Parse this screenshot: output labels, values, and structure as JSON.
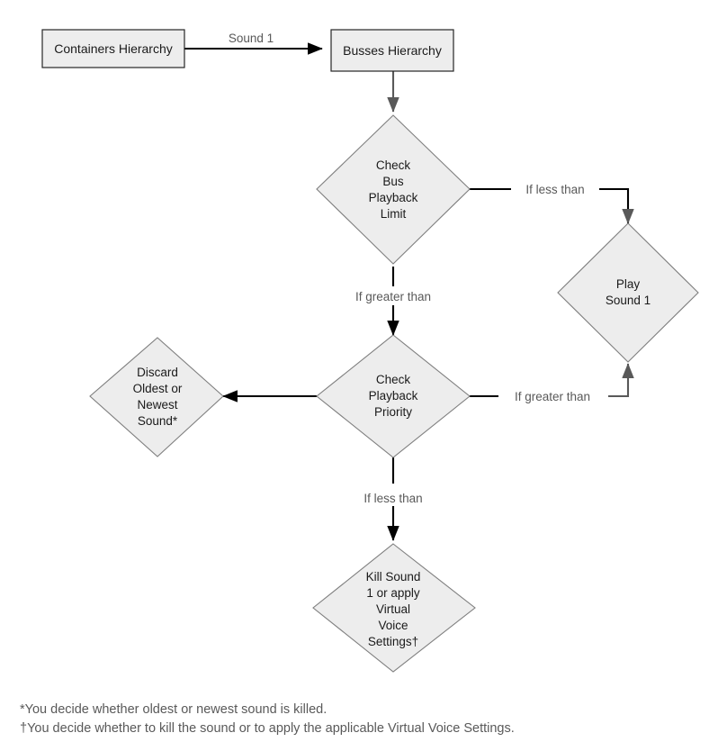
{
  "diagram": {
    "title": "Sound Playback Limit Flowchart",
    "colors": {
      "shape_fill": "#ededed",
      "shape_border_dark": "#262626",
      "shape_border_gray": "#7f7f7f",
      "connector_dark": "#000000",
      "connector_gray": "#595959",
      "node_text": "#1a1a1a",
      "edge_label_text": "#595959",
      "background": "#ffffff"
    },
    "nodes": [
      {
        "id": "containers-hierarchy",
        "shape": "rectangle",
        "label": "Containers Hierarchy",
        "lines": [
          "Containers Hierarchy"
        ]
      },
      {
        "id": "busses-hierarchy",
        "shape": "rectangle",
        "label": "Busses Hierarchy",
        "lines": [
          "Busses Hierarchy"
        ]
      },
      {
        "id": "check-bus-playback-limit",
        "shape": "diamond",
        "label": "Check Bus Playback Limit",
        "lines": [
          "Check",
          "Bus",
          "Playback",
          "Limit"
        ]
      },
      {
        "id": "play-sound-1",
        "shape": "diamond",
        "label": "Play Sound 1",
        "lines": [
          "Play",
          "Sound 1"
        ]
      },
      {
        "id": "check-playback-priority",
        "shape": "diamond",
        "label": "Check Playback Priority",
        "lines": [
          "Check",
          "Playback",
          "Priority"
        ]
      },
      {
        "id": "discard-oldest-or-newest-sound",
        "shape": "diamond",
        "label": "Discard Oldest or Newest Sound*",
        "lines": [
          "Discard",
          "Oldest or",
          "Newest",
          "Sound*"
        ]
      },
      {
        "id": "kill-sound-1-or-apply-virtual-voice-settings",
        "shape": "diamond",
        "label": "Kill Sound 1 or apply Virtual Voice Settings†",
        "lines": [
          "Kill Sound",
          "1 or apply",
          "Virtual",
          "Voice",
          "Settings†"
        ]
      }
    ],
    "edges": [
      {
        "id": "edge-containers-to-busses",
        "from": "containers-hierarchy",
        "to": "busses-hierarchy",
        "label": "Sound 1"
      },
      {
        "id": "edge-busses-to-check-bus-limit",
        "from": "busses-hierarchy",
        "to": "check-bus-playback-limit",
        "label": ""
      },
      {
        "id": "edge-bus-limit-to-play-sound",
        "from": "check-bus-playback-limit",
        "to": "play-sound-1",
        "label": "If less than"
      },
      {
        "id": "edge-bus-limit-to-priority",
        "from": "check-bus-playback-limit",
        "to": "check-playback-priority",
        "label": "If greater than"
      },
      {
        "id": "edge-priority-to-play-sound",
        "from": "check-playback-priority",
        "to": "play-sound-1",
        "label": "If greater than"
      },
      {
        "id": "edge-priority-to-discard",
        "from": "check-playback-priority",
        "to": "discard-oldest-or-newest-sound",
        "label": ""
      },
      {
        "id": "edge-priority-to-kill-sound",
        "from": "check-playback-priority",
        "to": "kill-sound-1-or-apply-virtual-voice-settings",
        "label": "If less than"
      }
    ],
    "edge_labels": {
      "sound_1": "Sound 1",
      "if_less_than_bus": "If less than",
      "if_greater_than_bus": "If greater than",
      "if_greater_than_priority": "If greater than",
      "if_less_than_priority": "If less than"
    },
    "node_text": {
      "containers_hierarchy": "Containers Hierarchy",
      "busses_hierarchy": "Busses Hierarchy",
      "check_bus_l1": "Check",
      "check_bus_l2": "Bus",
      "check_bus_l3": "Playback",
      "check_bus_l4": "Limit",
      "play_sound_l1": "Play",
      "play_sound_l2": "Sound 1",
      "priority_l1": "Check",
      "priority_l2": "Playback",
      "priority_l3": "Priority",
      "discard_l1": "Discard",
      "discard_l2": "Oldest or",
      "discard_l3": "Newest",
      "discard_l4": "Sound*",
      "kill_l1": "Kill Sound",
      "kill_l2": "1 or apply",
      "kill_l3": "Virtual",
      "kill_l4": "Voice",
      "kill_l5": "Settings†"
    },
    "footnotes": [
      "*You decide whether oldest or newest sound is killed.",
      "†You decide whether to kill the sound or to apply the applicable Virtual Voice Settings."
    ]
  }
}
